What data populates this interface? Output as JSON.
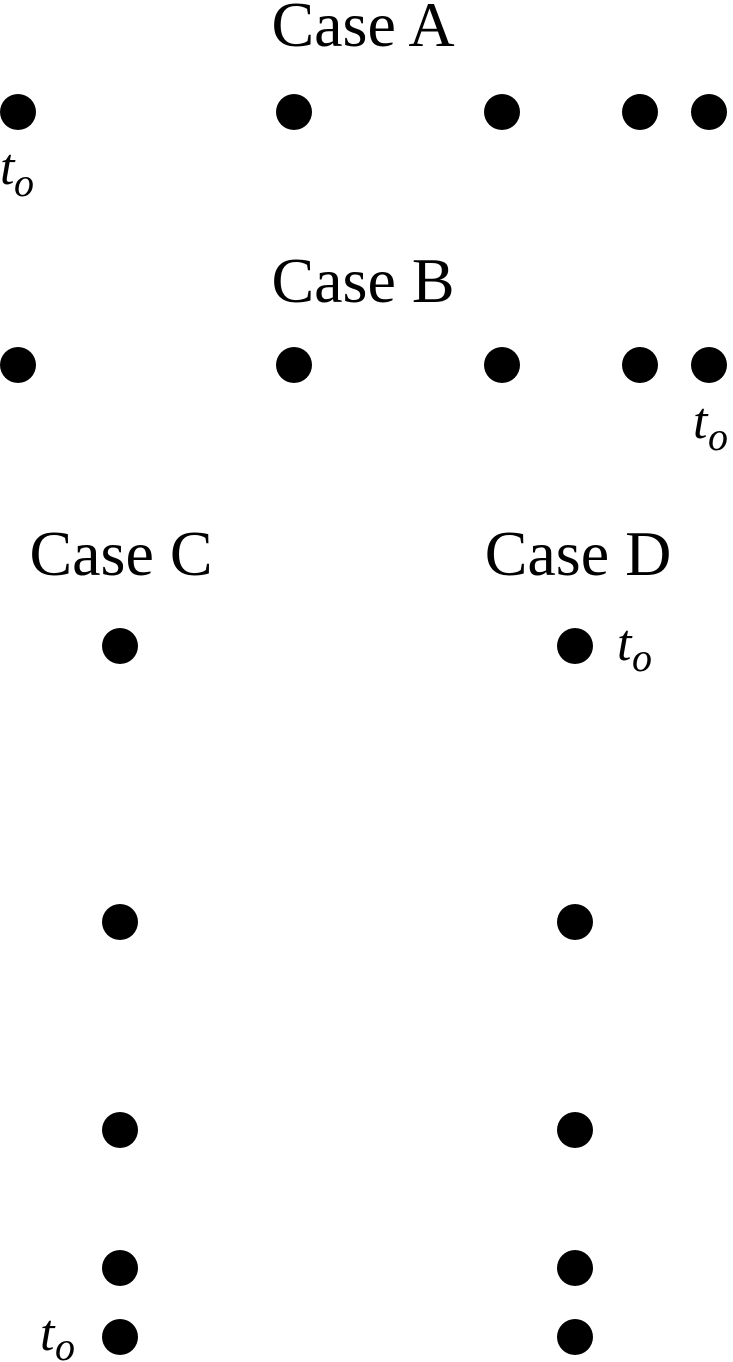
{
  "diagram": {
    "dot_color": "#000000",
    "text_color": "#000000",
    "background": "#ffffff",
    "marker": {
      "variable": "t",
      "subscript": "o"
    },
    "cases": [
      {
        "id": "a",
        "title": "Case A",
        "orientation": "horizontal",
        "dot_count": 5,
        "marked_dot_index": 0
      },
      {
        "id": "b",
        "title": "Case B",
        "orientation": "horizontal",
        "dot_count": 5,
        "marked_dot_index": 4
      },
      {
        "id": "c",
        "title": "Case C",
        "orientation": "vertical",
        "dot_count": 5,
        "marked_dot_index": 4
      },
      {
        "id": "d",
        "title": "Case D",
        "orientation": "vertical",
        "dot_count": 5,
        "marked_dot_index": 0
      }
    ]
  }
}
